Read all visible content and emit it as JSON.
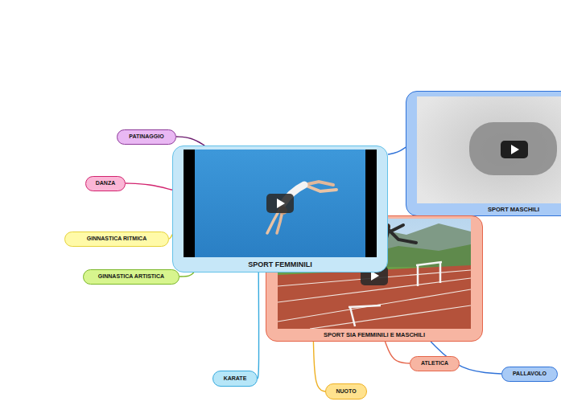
{
  "diagram": {
    "nodes": [
      {
        "text": [
          "SPORT FEMMINILI"
        ]
      },
      {
        "text": [
          "PATINAGGIO"
        ]
      },
      {
        "text": [
          "DANZA"
        ]
      },
      {
        "text": [
          "GINNASTICA RITMICA"
        ]
      },
      {
        "text": [
          "GINNASTICA ARTISTICA"
        ]
      },
      {
        "text": [
          "SPORT MASCHILI"
        ]
      },
      {
        "text": [
          "SPORT SIA FEMMINILI E MASCHILI"
        ]
      },
      {
        "text": [
          "KARATE"
        ]
      },
      {
        "text": [
          "NUOTO"
        ]
      },
      {
        "text": [
          "ATLETICA"
        ]
      },
      {
        "text": [
          "PALLAVOLO"
        ]
      }
    ],
    "edges": [
      {
        "from": 0,
        "to": 1,
        "arrow": "none"
      },
      {
        "from": 0,
        "to": 2,
        "arrow": "none"
      },
      {
        "from": 0,
        "to": 3,
        "arrow": "none"
      },
      {
        "from": 0,
        "to": 4,
        "arrow": "none"
      },
      {
        "from": 0,
        "to": 5,
        "arrow": "none"
      },
      {
        "from": 0,
        "to": 7,
        "arrow": "none"
      },
      {
        "from": 6,
        "to": 8,
        "arrow": "none"
      },
      {
        "from": 6,
        "to": 9,
        "arrow": "none"
      },
      {
        "from": 6,
        "to": 10,
        "arrow": "none"
      }
    ]
  }
}
